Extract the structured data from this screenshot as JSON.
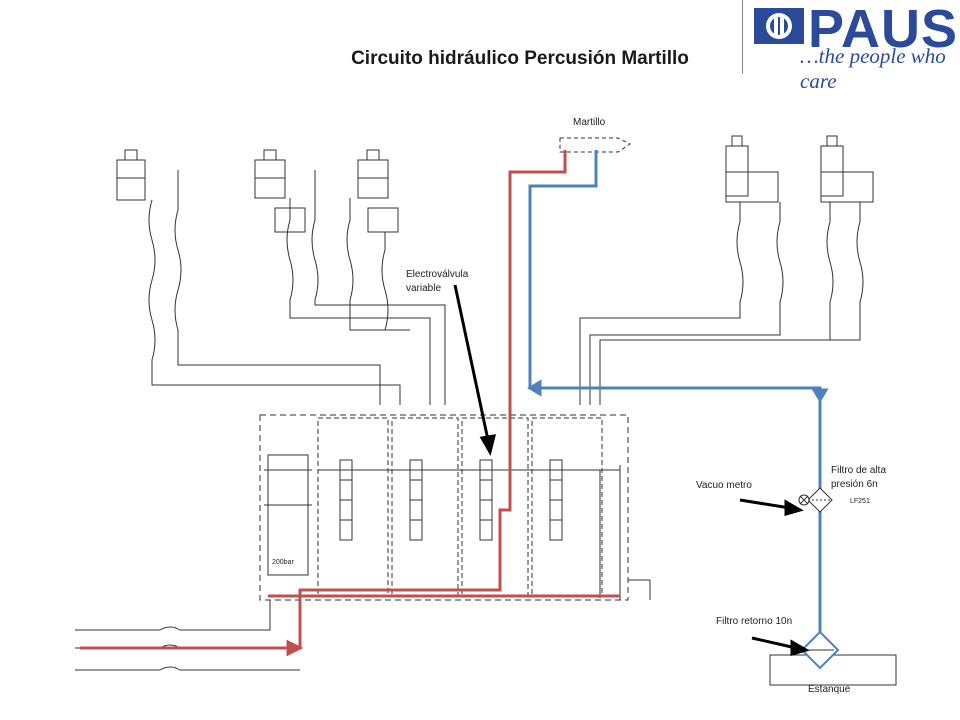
{
  "title": "Circuito hidráulico Percusión Martillo",
  "logo": {
    "brand": "PAUS",
    "tagline": "…the people who care",
    "brand_color": "#2c4a9a"
  },
  "colors": {
    "pressure_line": "#c0504d",
    "return_line": "#4f81bd",
    "schematic": "#333333",
    "annotation_arrow": "#000000"
  },
  "labels": {
    "martillo": "Martillo",
    "electrovalvula_1": "Electroválvula",
    "electrovalvula_2": "variable",
    "vacuo_metro": "Vacuo metro",
    "filtro_alta_1": "Filtro de alta",
    "filtro_alta_2": "presión 6n",
    "filtro_retorno": "Filtro retorno 10n",
    "estanque": "Estanque",
    "filter_code": "LF251",
    "relief_pressure": "200bar"
  },
  "icons": [
    "pressure-filter-icon",
    "return-filter-icon",
    "vacuum-gauge-icon",
    "hydraulic-cylinder-icon",
    "solenoid-valve-icon"
  ]
}
